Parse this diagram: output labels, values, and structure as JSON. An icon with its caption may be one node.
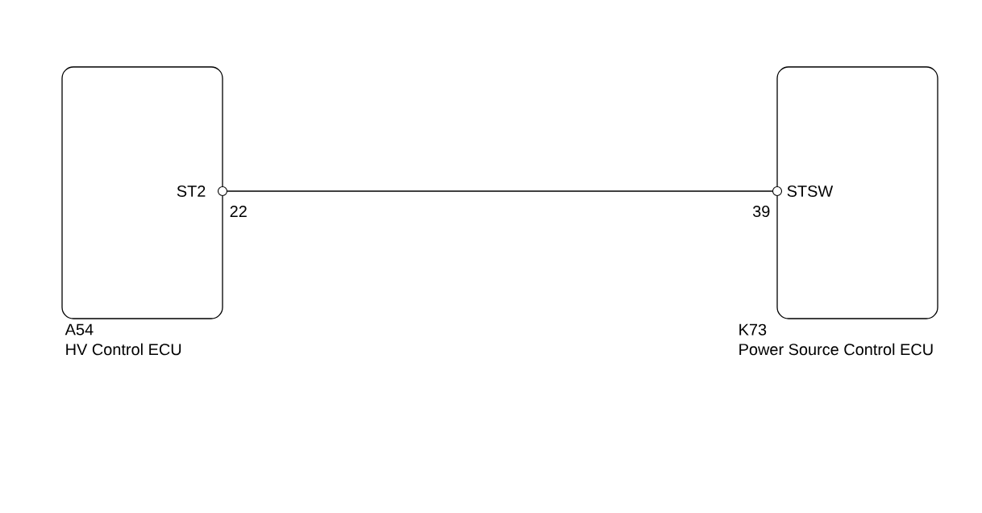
{
  "diagram": {
    "nodes": [
      {
        "text": [
          "ST2"
        ],
        "beside": [
          "A54",
          "HV Control ECU"
        ]
      },
      {
        "text": [
          "STSW"
        ],
        "beside": [
          "K73",
          "Power Source Control ECU"
        ]
      },
      {
        "text": [],
        "shape": "circle",
        "beside": [
          "22"
        ]
      },
      {
        "text": [],
        "shape": "circle",
        "beside": [
          "39"
        ]
      }
    ],
    "edges": [
      {
        "from": 2,
        "to": 3,
        "arrow": "none"
      }
    ]
  }
}
